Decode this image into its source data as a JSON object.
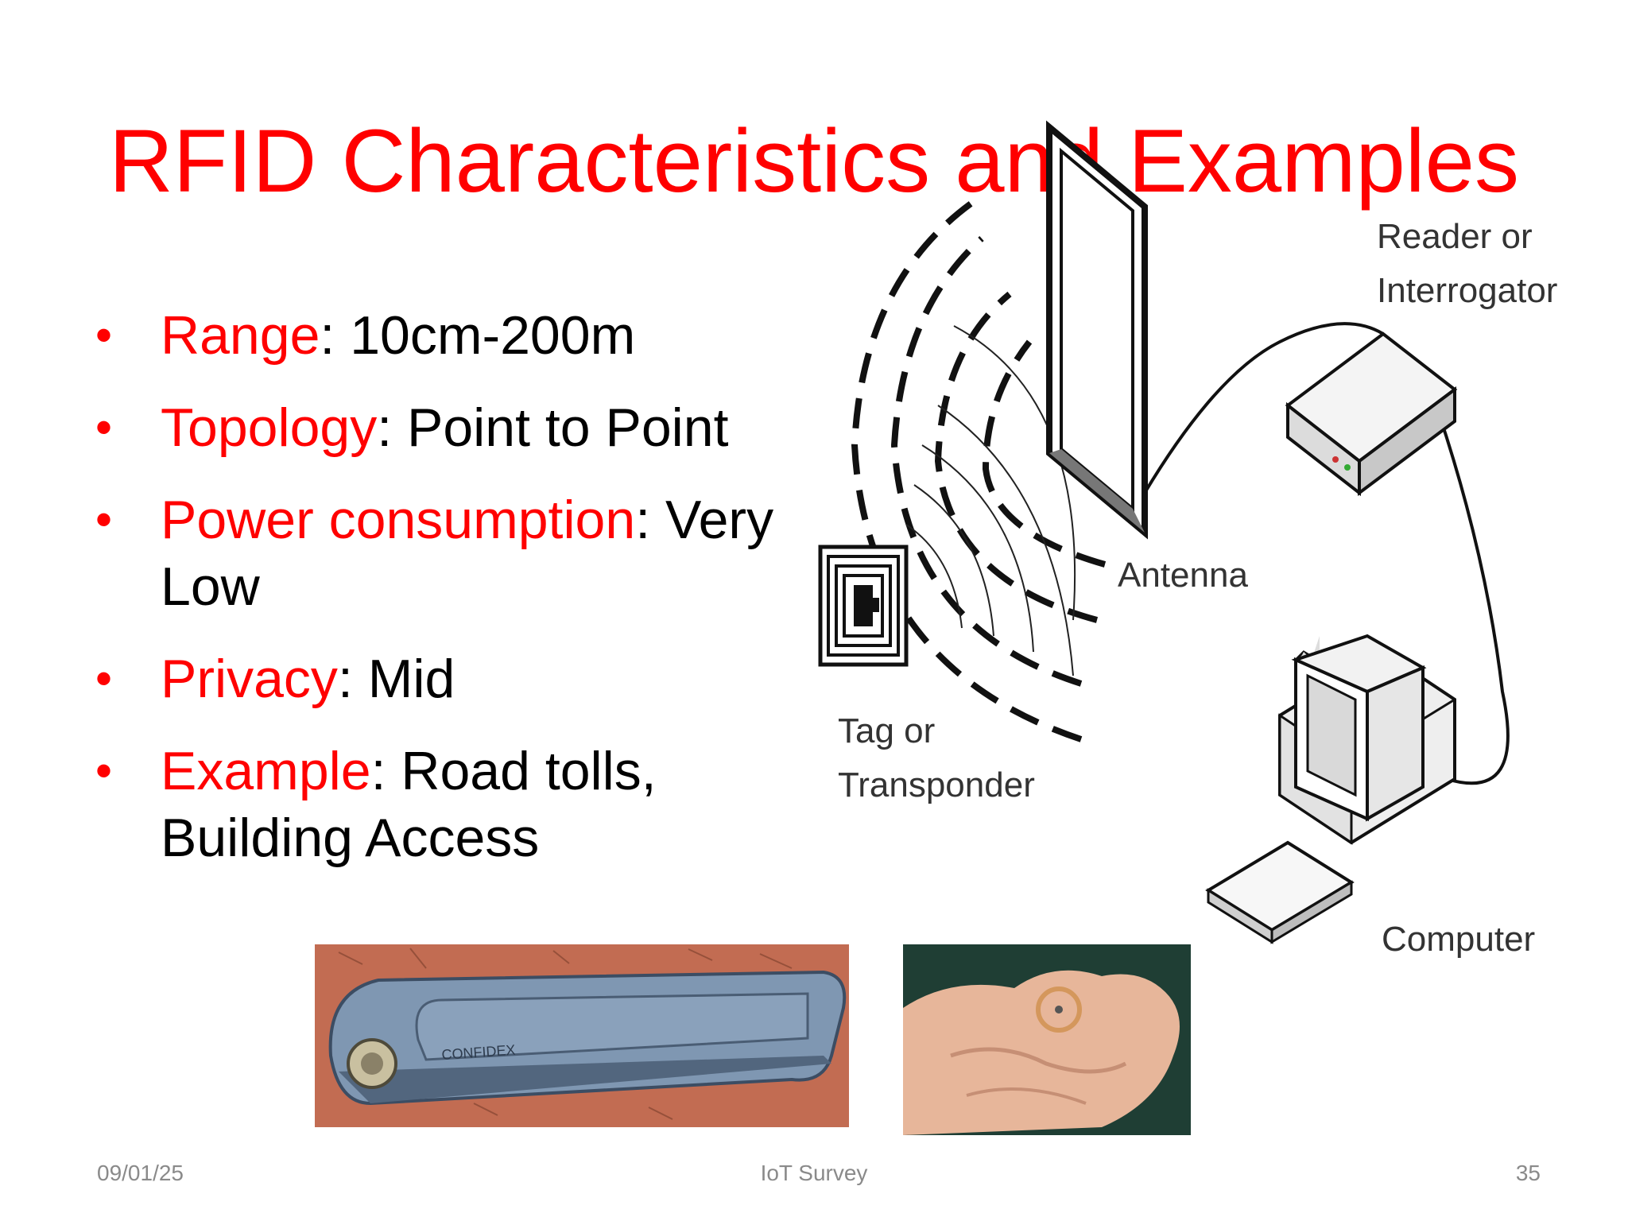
{
  "slide": {
    "title": "RFID Characteristics and Examples",
    "colors": {
      "accent": "#ff0000",
      "text": "#000000",
      "footer": "#8a8a8a"
    },
    "bullets": [
      {
        "term": "Range",
        "sep": ":",
        "value": " 10cm-200m"
      },
      {
        "term": "Topology",
        "sep": ":",
        "value": " Point to Point"
      },
      {
        "term": "Power consumption",
        "sep": ":",
        "value": " Very Low"
      },
      {
        "term": "Privacy",
        "sep": ":",
        "value": " Mid"
      },
      {
        "term": "Example",
        "sep": ":",
        "value": " Road tolls, Building Access"
      }
    ],
    "diagram_labels": {
      "reader": [
        "Reader or",
        "Interrogator"
      ],
      "antenna": "Antenna",
      "tag": [
        "Tag or",
        "Transponder"
      ],
      "computer": "Computer"
    },
    "photo_brand": "CONFIDEX",
    "footer": {
      "date": "09/01/25",
      "center": "IoT Survey",
      "page": "35"
    }
  }
}
